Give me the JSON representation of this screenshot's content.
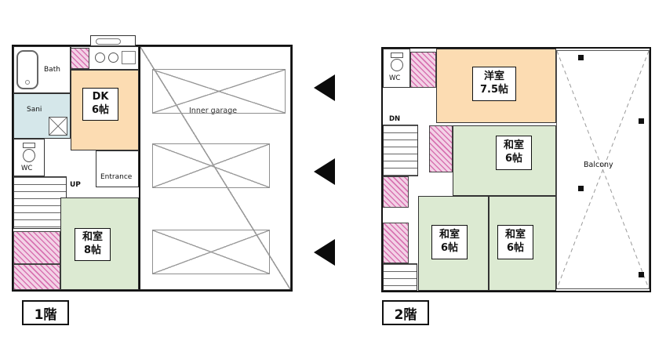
{
  "floor1": {
    "label": "1階",
    "rooms": {
      "bath": {
        "label": "Bath"
      },
      "sani": {
        "label": "Sani"
      },
      "wc": {
        "label": "WC"
      },
      "dk": {
        "name": "DK",
        "size": "6帖"
      },
      "entrance": {
        "label": "Entrance"
      },
      "stairs": {
        "label": "UP"
      },
      "garage": {
        "label": "Inner garage"
      },
      "washitsu8": {
        "name": "和室",
        "size": "8帖"
      }
    }
  },
  "floor2": {
    "label": "2階",
    "rooms": {
      "wc": {
        "label": "WC"
      },
      "stairs": {
        "label": "DN"
      },
      "yoshitsu": {
        "name": "洋室",
        "size": "7.5帖"
      },
      "washitsu_mid": {
        "name": "和室",
        "size": "6帖"
      },
      "washitsu_bl": {
        "name": "和室",
        "size": "6帖"
      },
      "washitsu_br": {
        "name": "和室",
        "size": "6帖"
      },
      "balcony": {
        "label": "Balcony"
      }
    }
  },
  "colors": {
    "tatami_green": "#dcead2",
    "western_peach": "#fcdcb2",
    "sanitary_blue": "#d5e7ea",
    "closet_pink": "#d873b1",
    "wall_black": "#111111"
  }
}
